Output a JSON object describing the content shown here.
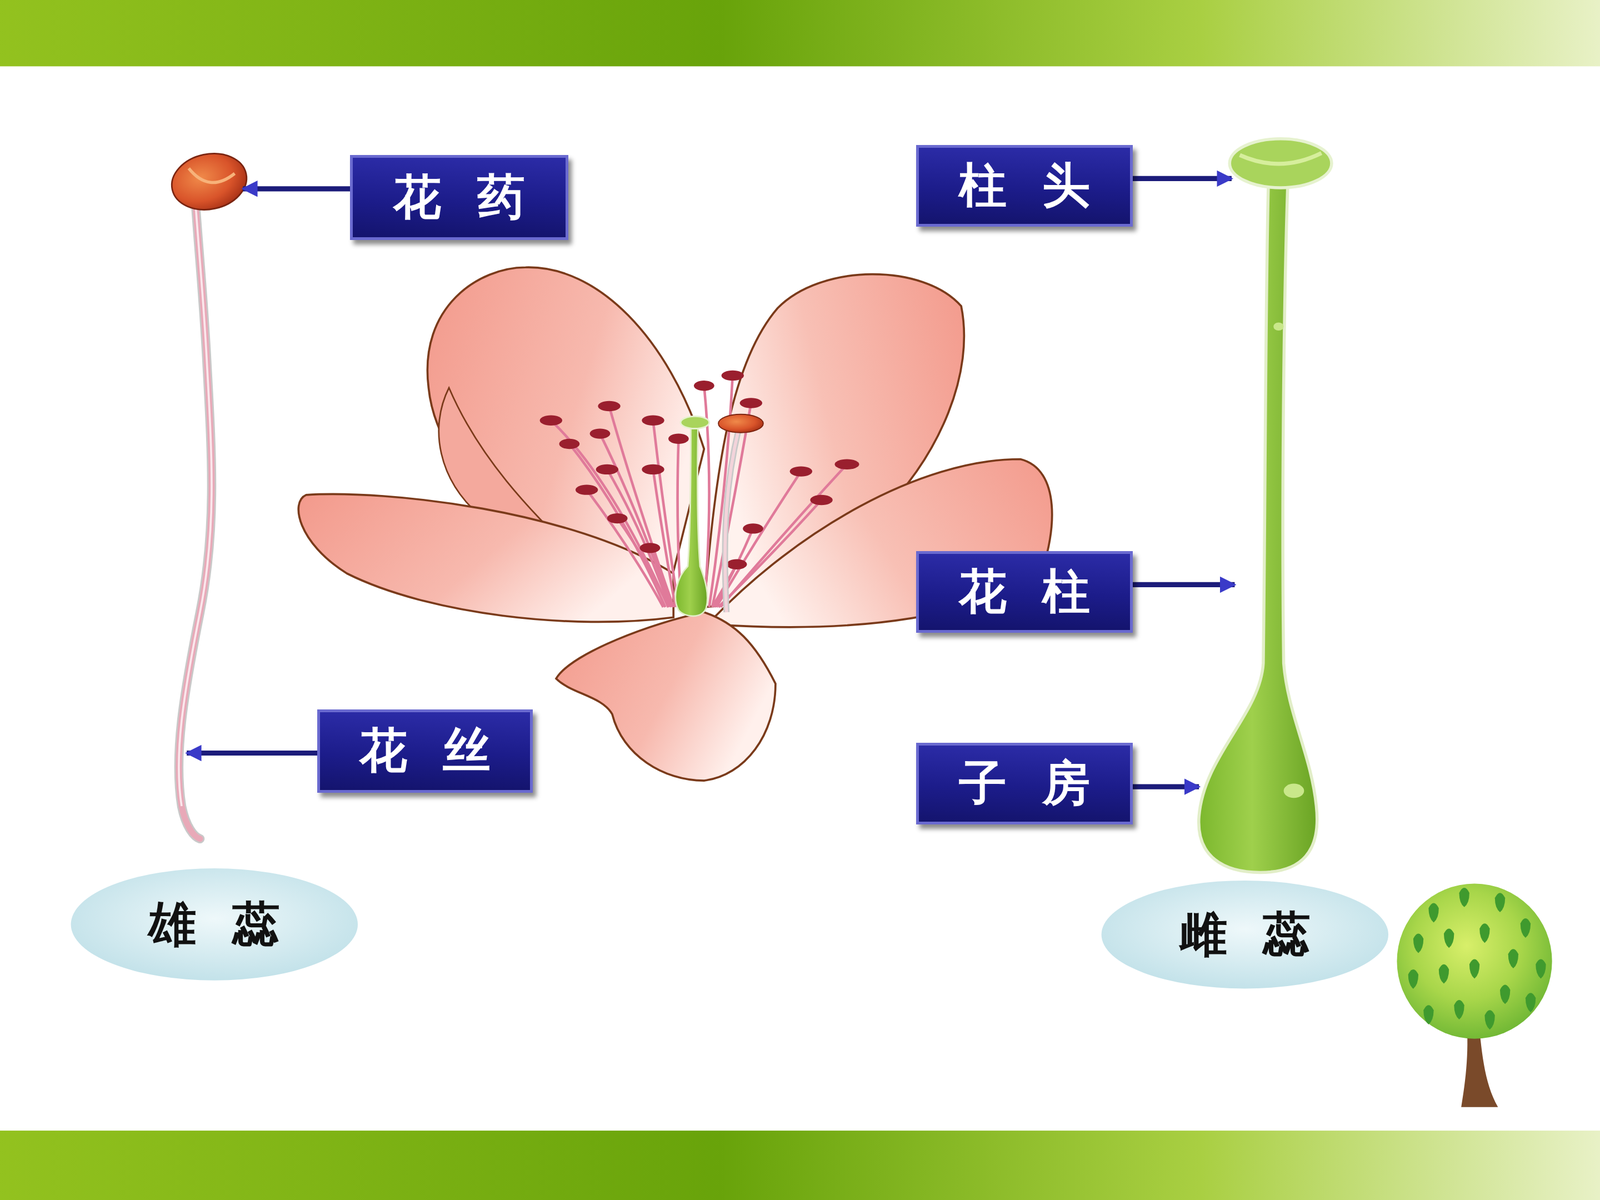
{
  "diagram": {
    "nodes": [
      {
        "text": [
          "花 药"
        ]
      },
      {
        "text": [
          "柱 头"
        ]
      },
      {
        "text": [
          "花 柱"
        ]
      },
      {
        "text": [
          "花 丝"
        ]
      },
      {
        "text": [
          "子 房"
        ]
      },
      {
        "text": [
          "雄 蕊"
        ]
      },
      {
        "text": [
          "雌 蕊"
        ]
      }
    ]
  }
}
